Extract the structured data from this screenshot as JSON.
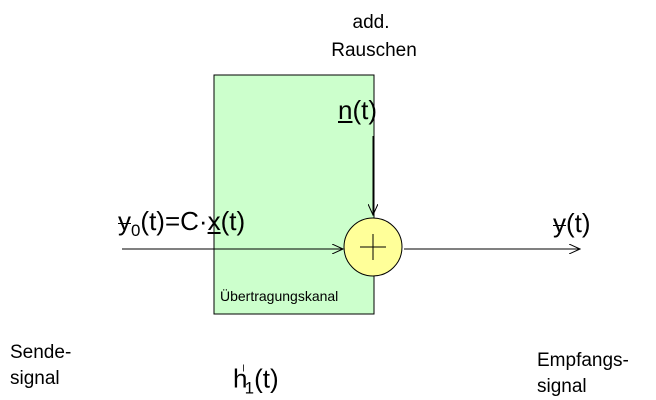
{
  "labels": {
    "noise_top": "add.",
    "noise_bottom": "Rauschen",
    "noise_signal_letter": "n",
    "noise_signal_rest": "(t)",
    "input_y": "y",
    "input_sub": "0",
    "input_rest1": "(t)=C·",
    "input_x": "x",
    "input_rest2": "(t)",
    "output_y": "y",
    "output_rest": "(t)",
    "channel": "Übertragungskanal",
    "send_line1": "Sende-",
    "send_line2": "signal",
    "impulse_h": "h",
    "impulse_tick": "ˡ",
    "impulse_sub": "1",
    "impulse_rest": "(t)",
    "recv_line1": "Empfangs-",
    "recv_line2": "signal"
  },
  "colors": {
    "channel_fill": "#ccffcc",
    "adder_fill": "#ffff99",
    "stroke": "#000000"
  },
  "icons": {
    "adder": "plus-in-circle"
  }
}
